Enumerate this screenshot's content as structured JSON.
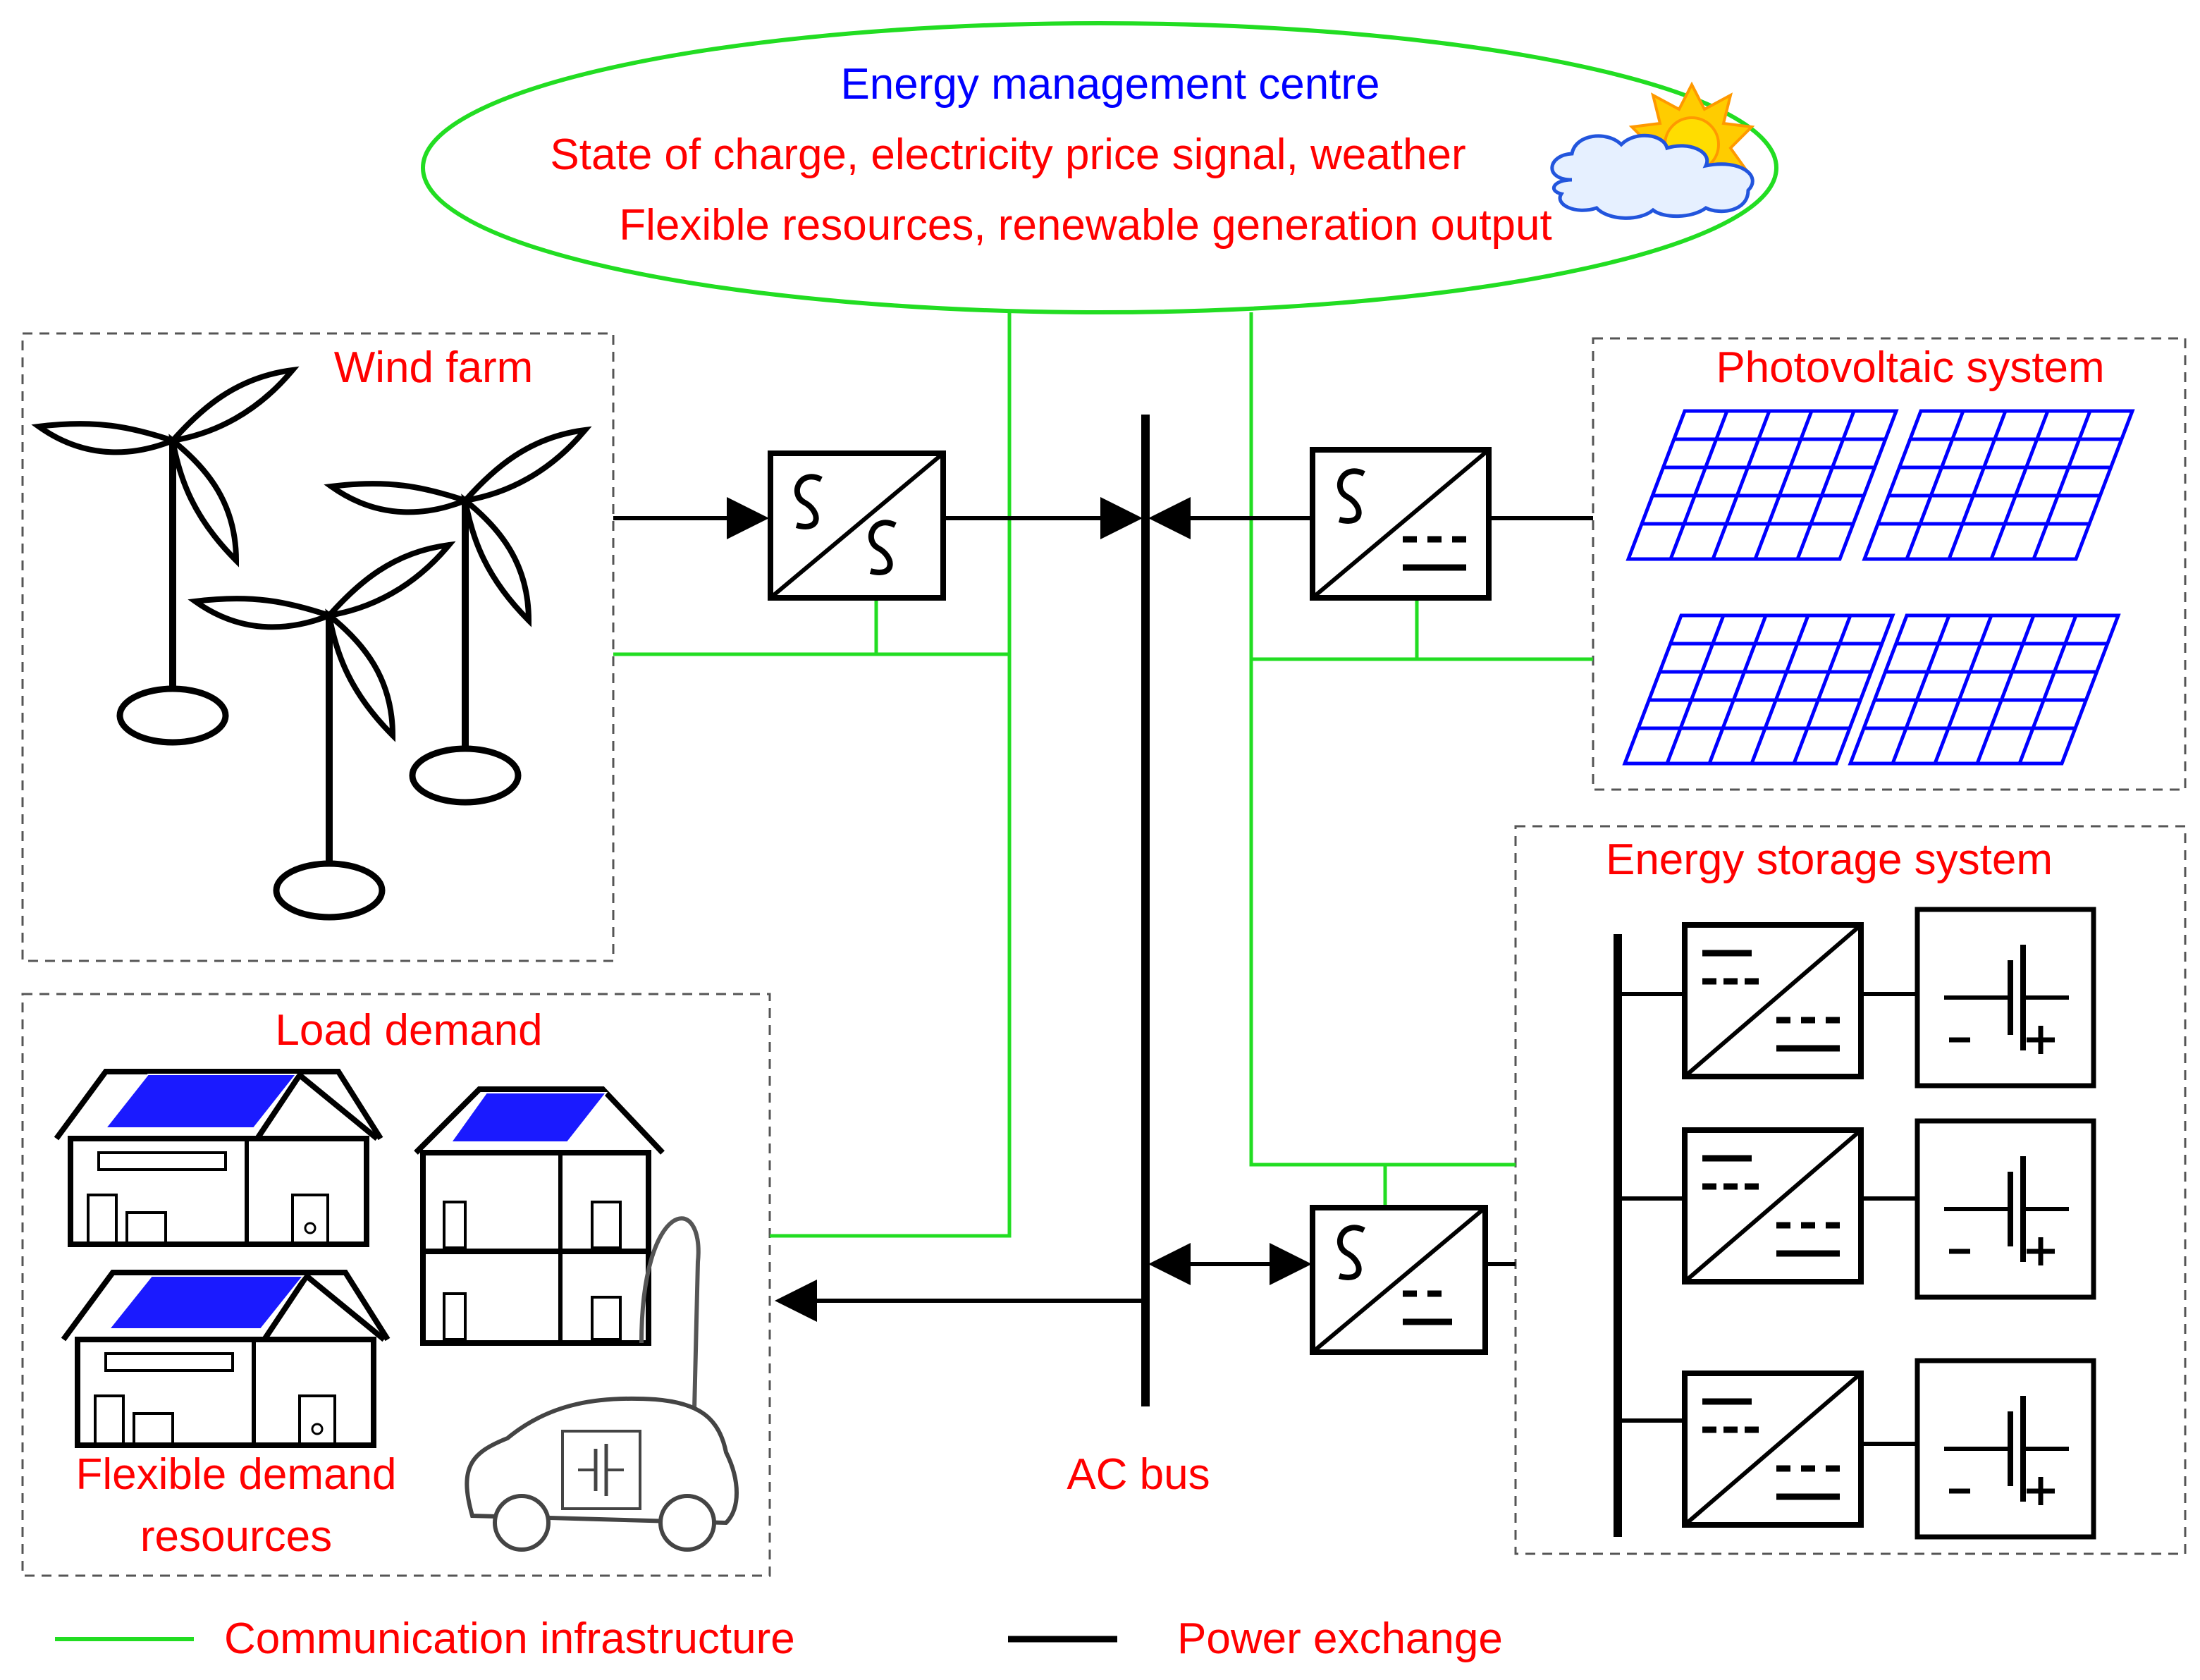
{
  "ems": {
    "title": "Energy management centre",
    "line1": "State of charge, electricity price signal, weather",
    "line2": "Flexible resources, renewable generation output"
  },
  "wind": {
    "label": "Wind farm"
  },
  "pv": {
    "label": "Photovoltaic system"
  },
  "storage": {
    "label": "Energy storage system"
  },
  "load": {
    "label": "Load demand",
    "flex_line1": "Flexible demand",
    "flex_line2": "resources"
  },
  "bus": {
    "label": "AC bus"
  },
  "legend": {
    "comm": "Communication infrastructure",
    "power": "Power exchange",
    "comm_color": "#22dd22",
    "power_color": "#000000"
  },
  "colors": {
    "label_red": "#ff0000",
    "title_blue": "#0000ff",
    "pv_blue": "#0000ff"
  },
  "icons": [
    "wind-turbine-icon",
    "solar-panel-icon",
    "converter-icon",
    "battery-icon",
    "house-icon",
    "electric-car-icon",
    "weather-icon"
  ]
}
